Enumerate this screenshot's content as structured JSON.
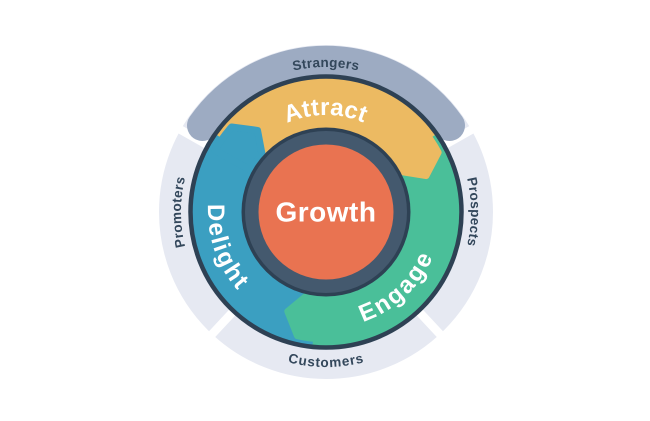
{
  "diagram": {
    "name": "flywheel",
    "center": {
      "label": "Growth"
    },
    "segments": {
      "attract": "Attract",
      "engage": "Engage",
      "delight": "Delight"
    },
    "outer_ring": {
      "top": "Strangers",
      "right": "Prospects",
      "bottom": "Customers",
      "left": "Promoters"
    },
    "colors": {
      "background": "#ffffff",
      "outer_ring": "#e6e9f2",
      "strangers_arc": "#9dabc2",
      "notch": "#ffffff",
      "wheel_outline": "#2e4154",
      "attract": "#ecba62",
      "engage": "#4abf99",
      "delight": "#3b9fc1",
      "hub_ring_outline": "#2e4154",
      "hub_ring": "#44596e",
      "growth_circle": "#e97351",
      "label_text": "#33475b",
      "inner_text": "#ffffff"
    }
  }
}
